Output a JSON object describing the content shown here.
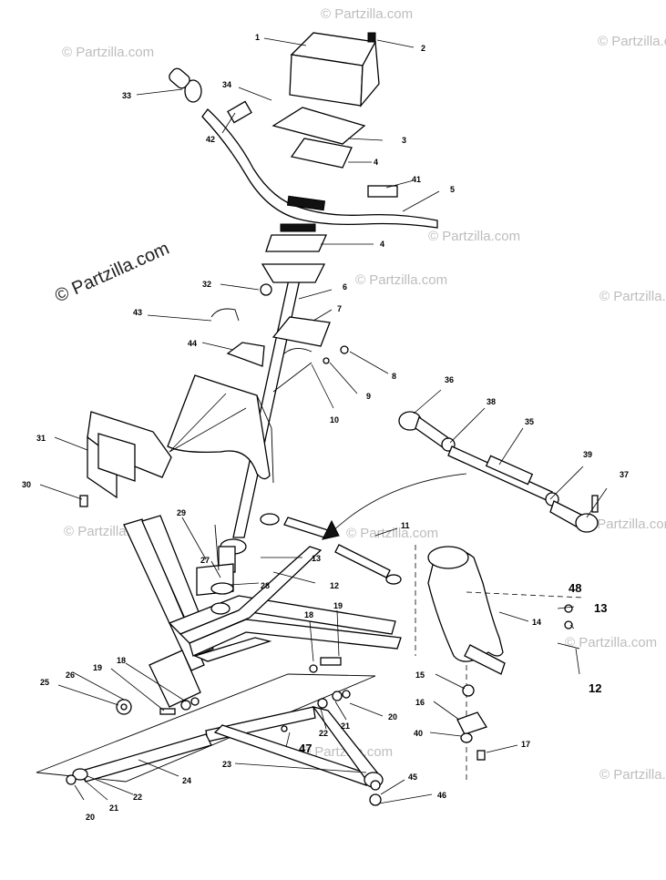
{
  "watermarks": [
    "© Partzilla.com",
    "© Partzilla.com",
    "© Partzilla.com",
    "© Partzilla.com",
    "© Partzilla.com",
    "© Partzilla.com",
    "© Partzilla.com",
    "© Partzilla.com",
    "© Partzilla.com",
    "© Partzilla.com",
    "© Partzilla.com",
    "© Partzilla.com",
    "© Partzilla.com"
  ],
  "callouts": {
    "c1": "1",
    "c2": "2",
    "c3": "3",
    "c4a": "4",
    "c4b": "4",
    "c5": "5",
    "c6": "6",
    "c7": "7",
    "c8": "8",
    "c9": "9",
    "c10": "10",
    "c11": "11",
    "c12a": "12",
    "c12b": "12",
    "c13a": "13",
    "c13b": "13",
    "c14": "14",
    "c15": "15",
    "c16": "16",
    "c17": "17",
    "c18a": "18",
    "c18b": "18",
    "c19a": "19",
    "c19b": "19",
    "c20a": "20",
    "c20b": "20",
    "c21a": "21",
    "c21b": "21",
    "c22a": "22",
    "c22b": "22",
    "c23": "23",
    "c24": "24",
    "c25": "25",
    "c26": "26",
    "c27": "27",
    "c28": "28",
    "c29": "29",
    "c30": "30",
    "c31": "31",
    "c32": "32",
    "c33": "33",
    "c34": "34",
    "c35": "35",
    "c36": "36",
    "c37": "37",
    "c38": "38",
    "c39": "39",
    "c40": "40",
    "c41": "41",
    "c42": "42",
    "c43": "43",
    "c44": "44",
    "c45": "45",
    "c46": "46",
    "c47": "47",
    "c48": "48"
  }
}
